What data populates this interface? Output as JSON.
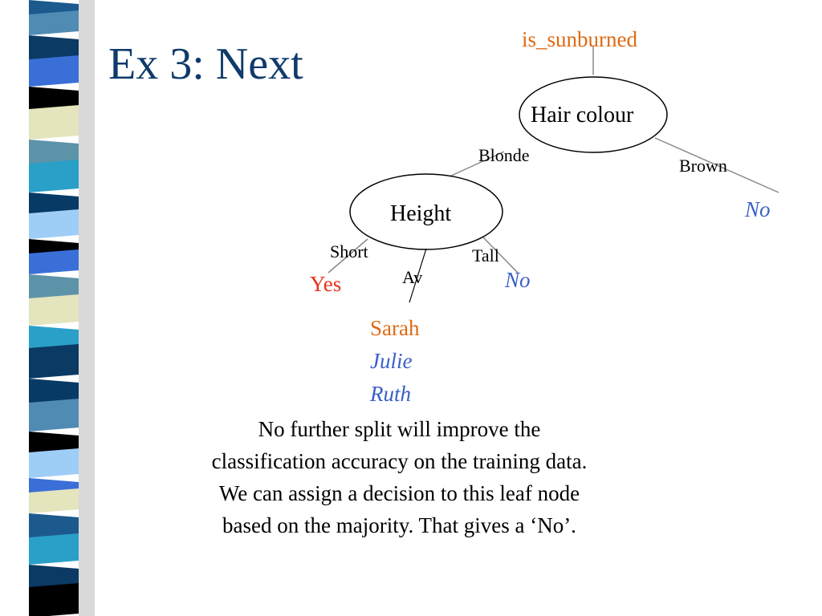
{
  "title": "Ex 3: Next",
  "colors": {
    "title": "#0f3a6b",
    "orange": "#e06a12",
    "red": "#e8321e",
    "blue": "#3a5fc8",
    "tree_line": "#888888",
    "stripe_colors": [
      "#1c5a8e",
      "#4f8bb3",
      "#0b3a64",
      "#3a6fd8",
      "#000000",
      "#e4e4bd",
      "#5d93a8",
      "#2aa0c9",
      "#083a66",
      "#9ecdf6"
    ]
  },
  "tree": {
    "target_label": "is_sunburned",
    "root": {
      "label": "Hair colour",
      "branches": {
        "blonde": "Blonde",
        "brown": "Brown"
      },
      "brown_leaf": "No"
    },
    "height_node": {
      "label": "Height",
      "branches": {
        "short": "Short",
        "average": "Av",
        "tall": "Tall"
      },
      "short_leaf": "Yes",
      "tall_leaf": "No",
      "average_names": [
        "Sarah",
        "Julie",
        "Ruth"
      ]
    }
  },
  "explanation": [
    "No further split will improve the",
    "classification accuracy on the training data.",
    "We can assign a decision to this leaf node",
    "based on the majority. That gives a ‘No’."
  ]
}
